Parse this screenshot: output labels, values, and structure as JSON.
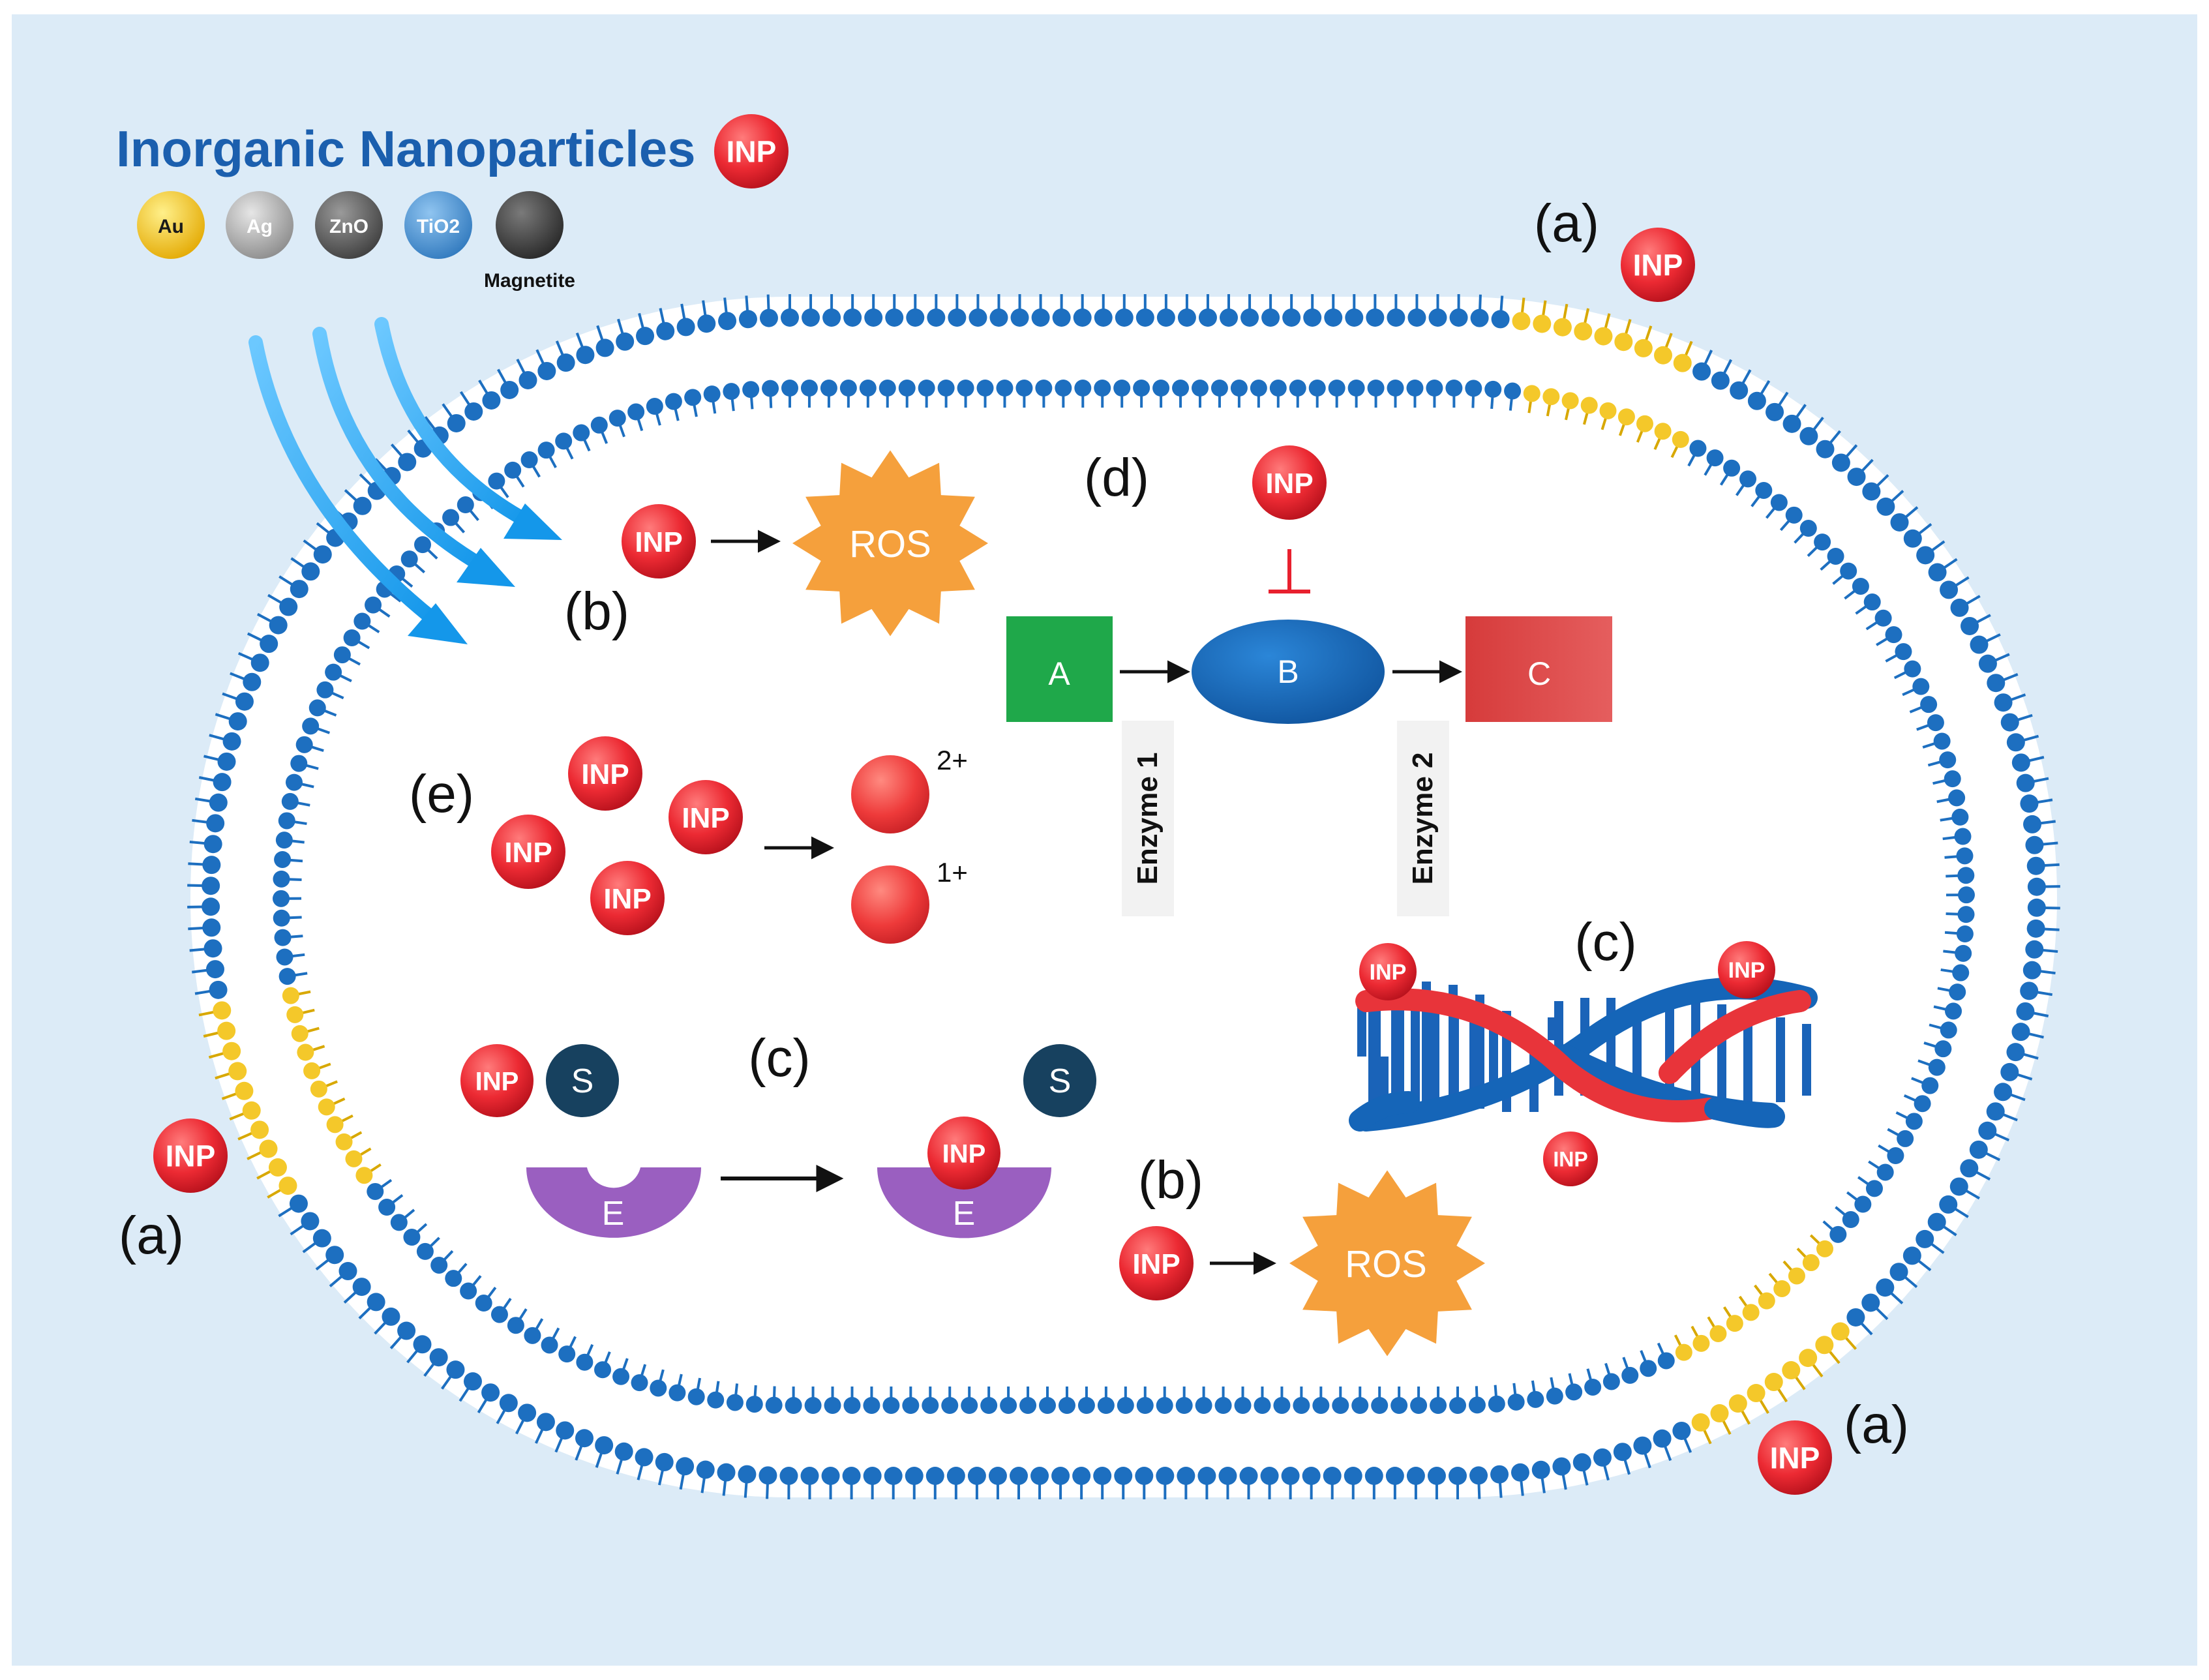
{
  "title": "Inorganic Nanoparticles",
  "inp_label": "INP",
  "particles": [
    {
      "label": "Au",
      "color": "#f3c21b"
    },
    {
      "label": "Ag",
      "color": "#a8a8a8"
    },
    {
      "label": "ZnO",
      "color": "#6b6b6b"
    },
    {
      "label": "TiO2",
      "color": "#4a90d0"
    },
    {
      "label": "",
      "color": "#4d4d4d"
    }
  ],
  "magnetite_label": "Magnetite",
  "labels": {
    "a": "(a)",
    "b": "(b)",
    "c": "(c)",
    "d": "(d)",
    "e": "(e)"
  },
  "ros_label": "ROS",
  "pathway": {
    "a": "A",
    "b": "B",
    "c": "C",
    "enzyme1": "Enzyme 1",
    "enzyme2": "Enzyme 2"
  },
  "ions": {
    "plus2": "2+",
    "plus1": "1+"
  },
  "substrate_label": "S",
  "enzyme_label": "E",
  "colors": {
    "background": "#dcebf7",
    "membrane": "#1d6fc0",
    "inp": "#e8202e",
    "ros": "#f5a03c",
    "node_a": "#1fa84a",
    "node_b": "#1565b8",
    "node_c": "#df4646",
    "enzyme": "#9a5fc0",
    "substrate": "#17415f",
    "arrow": "#1ea2ee"
  }
}
